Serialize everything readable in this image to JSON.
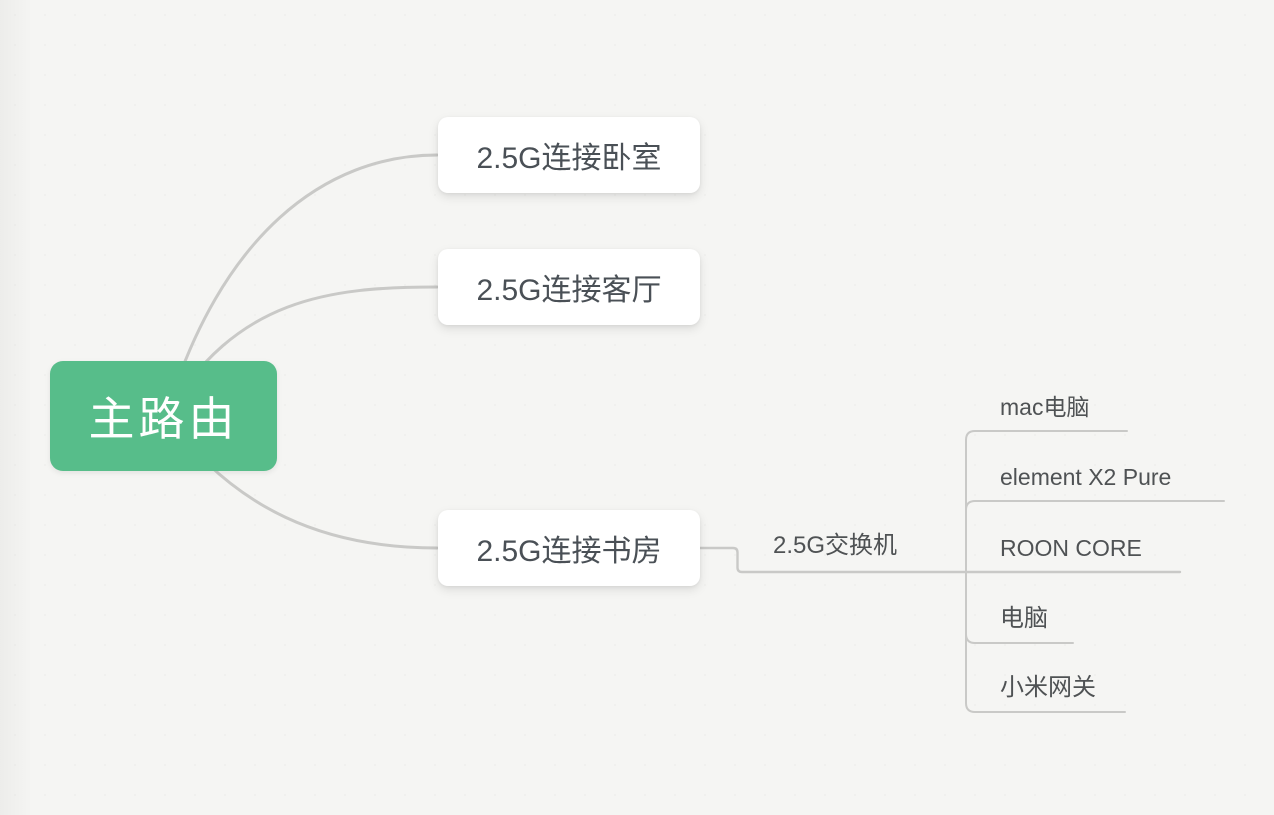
{
  "colors": {
    "background": "#f5f5f3",
    "root_fill": "#57bd8a",
    "root_text": "#ffffff",
    "topic_text": "#4a5056",
    "leaf_text": "#4f5254",
    "connector": "#c9c9c7"
  },
  "root": {
    "label": "主路由"
  },
  "branches": [
    {
      "label": "2.5G连接卧室"
    },
    {
      "label": "2.5G连接客厅"
    },
    {
      "label": "2.5G连接书房",
      "children": [
        {
          "label": "2.5G交换机",
          "children": [
            {
              "label": "mac电脑"
            },
            {
              "label": "element X2 Pure"
            },
            {
              "label": "ROON CORE"
            },
            {
              "label": "电脑"
            },
            {
              "label": "小米网关"
            }
          ]
        }
      ]
    }
  ]
}
